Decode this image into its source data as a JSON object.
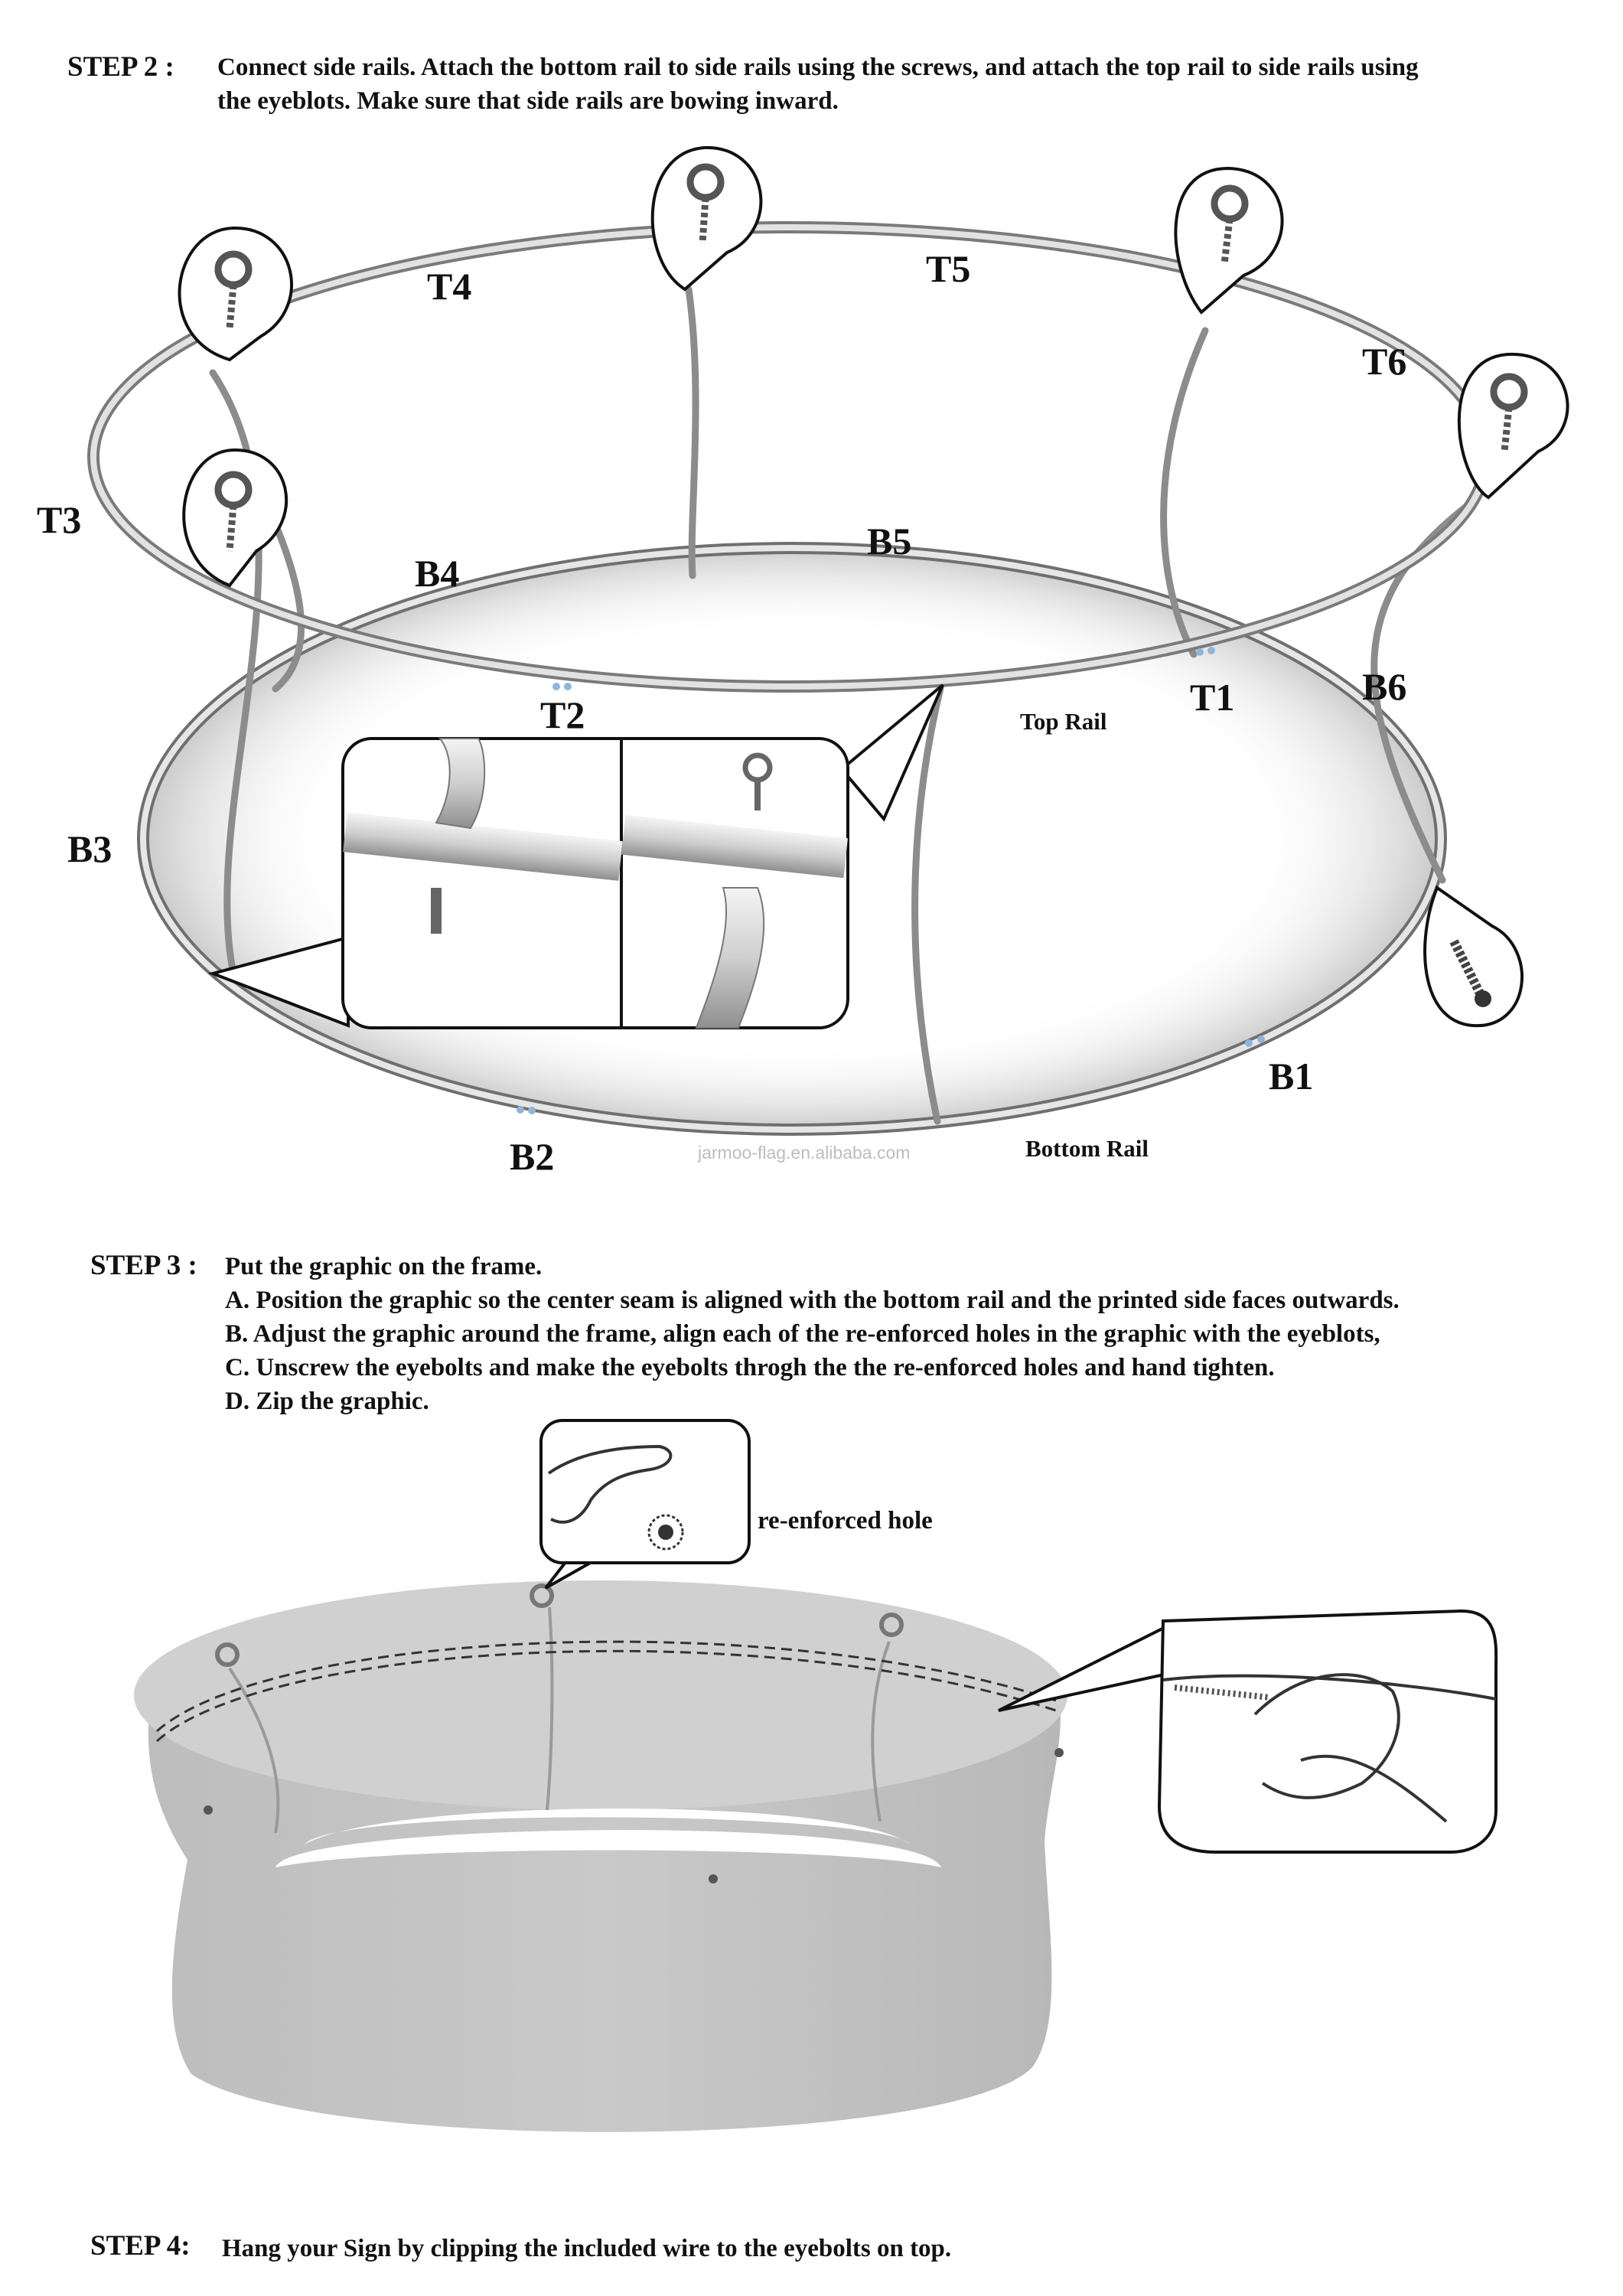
{
  "step2": {
    "heading": "STEP 2 :",
    "line1": "Connect side rails. Attach the bottom rail to side rails using the screws, and attach the top rail to side rails using",
    "line2": "the eyeblots. Make sure that side rails are bowing inward."
  },
  "frame_labels": {
    "t1": "T1",
    "t2": "T2",
    "t3": "T3",
    "t4": "T4",
    "t5": "T5",
    "t6": "T6",
    "b1": "B1",
    "b2": "B2",
    "b3": "B3",
    "b4": "B4",
    "b5": "B5",
    "b6": "B6",
    "top_rail": "Top Rail",
    "bottom_rail": "Bottom Rail"
  },
  "watermark": "jarmoo-flag.en.alibaba.com",
  "step3": {
    "heading": "STEP 3 :",
    "intro": "Put the graphic on the frame.",
    "a": "A. Position the graphic so the center seam is aligned with the bottom rail and the printed side faces outwards.",
    "b": "B. Adjust the graphic around the frame, align each of the re-enforced holes in the graphic with the eyeblots,",
    "c": "C. Unscrew the eyebolts and make the eyebolts throgh the the re-enforced holes and hand tighten.",
    "d": "D. Zip the graphic.",
    "callout_label": "re-enforced hole"
  },
  "step4": {
    "heading": "STEP 4:",
    "text": "Hang your Sign by clipping the included wire to the eyebolts on top."
  }
}
